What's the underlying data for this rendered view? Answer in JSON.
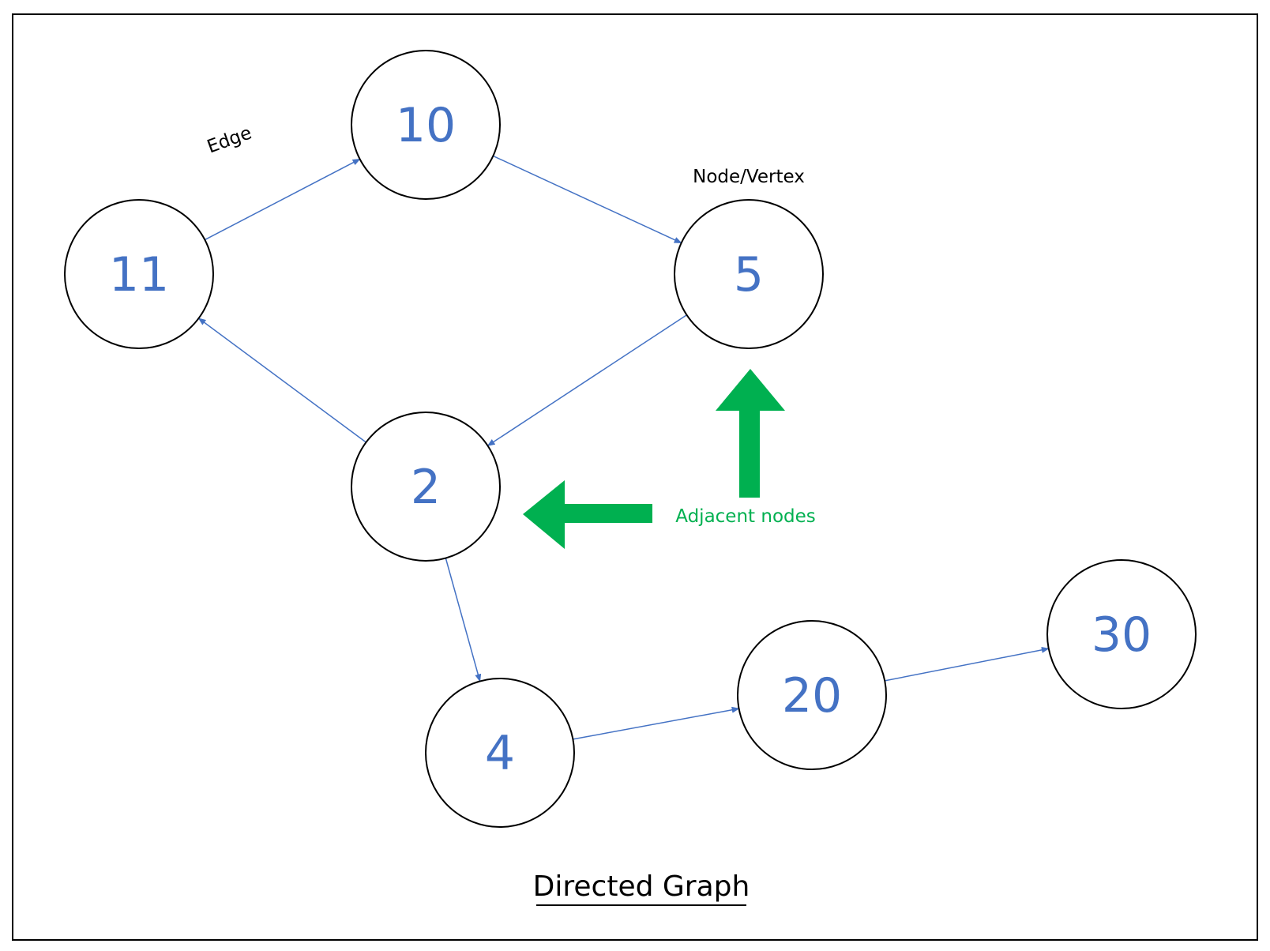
{
  "diagram": {
    "title": "Directed Graph",
    "colors": {
      "node_text": "#4472c4",
      "edge": "#4472c4",
      "node_stroke": "#000000",
      "accent": "#00b050",
      "frame": "#000000"
    },
    "nodes": [
      {
        "id": "n10",
        "label": "10"
      },
      {
        "id": "n11",
        "label": "11"
      },
      {
        "id": "n5",
        "label": "5"
      },
      {
        "id": "n2",
        "label": "2"
      },
      {
        "id": "n4",
        "label": "4"
      },
      {
        "id": "n20",
        "label": "20"
      },
      {
        "id": "n30",
        "label": "30"
      }
    ],
    "edges": [
      {
        "from": "n11",
        "to": "n10"
      },
      {
        "from": "n10",
        "to": "n5"
      },
      {
        "from": "n5",
        "to": "n2"
      },
      {
        "from": "n2",
        "to": "n11"
      },
      {
        "from": "n2",
        "to": "n4"
      },
      {
        "from": "n4",
        "to": "n20"
      },
      {
        "from": "n20",
        "to": "n30"
      }
    ],
    "labels": {
      "edge": "Edge",
      "node": "Node/Vertex",
      "adjacent": "Adjacent nodes"
    },
    "adjacent_arrows": {
      "icons": [
        "arrow-left-icon",
        "arrow-up-icon"
      ]
    }
  }
}
